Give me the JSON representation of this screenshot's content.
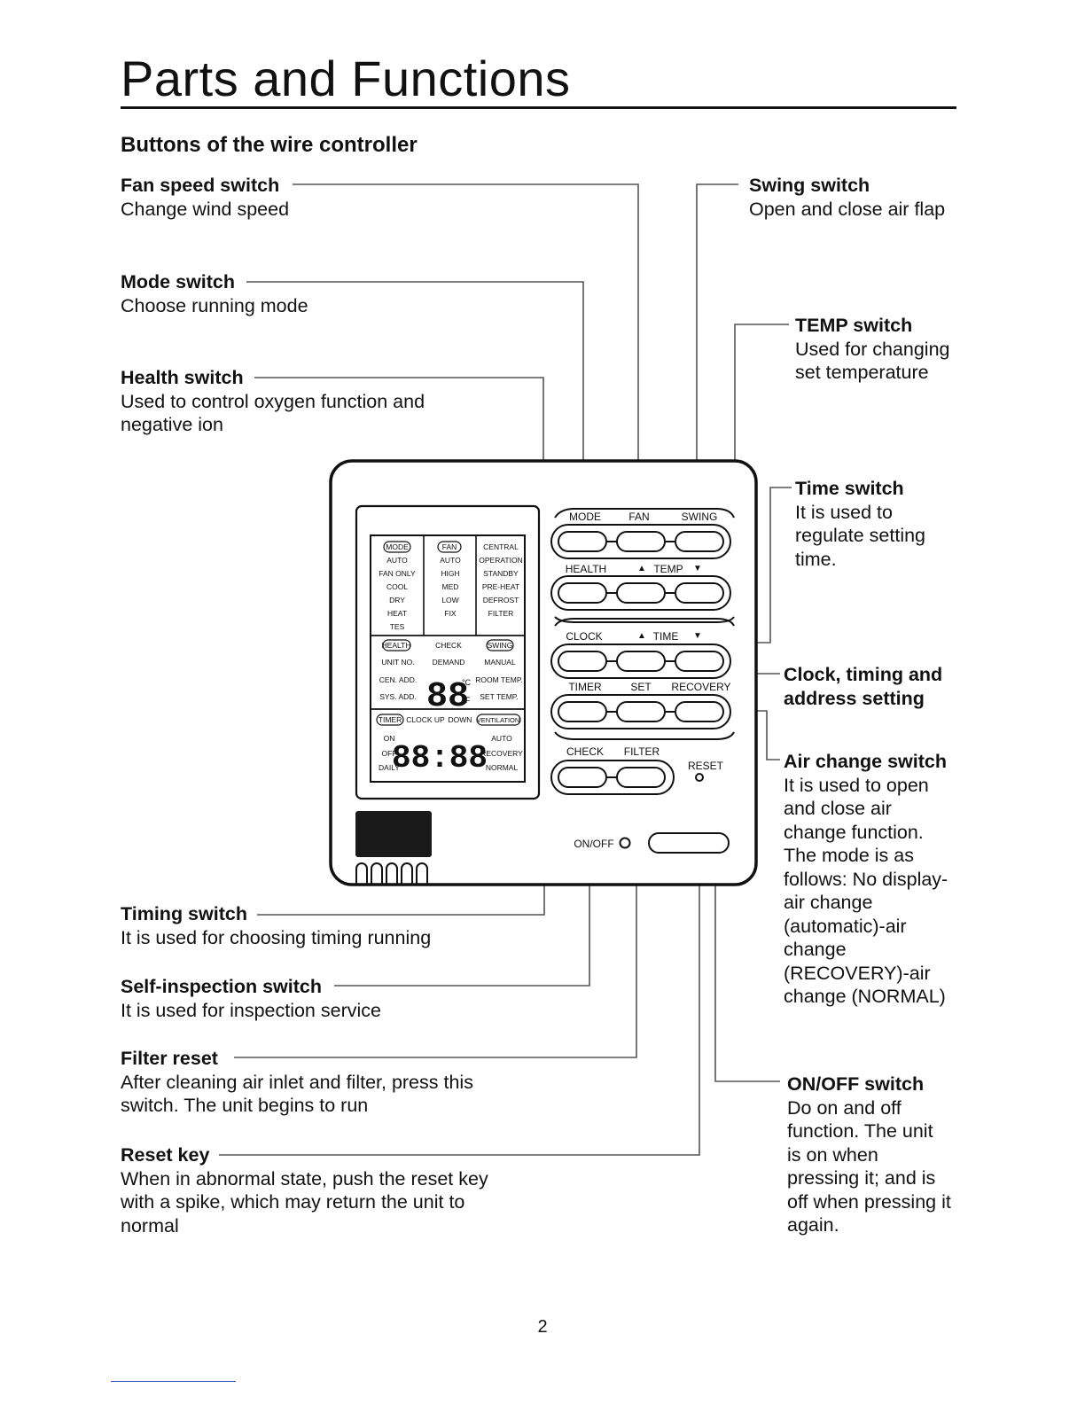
{
  "page": {
    "title": "Parts and Functions",
    "subtitle": "Buttons of the wire controller",
    "page_number": "2"
  },
  "annotations": {
    "fan_speed": {
      "heading": "Fan speed switch",
      "desc": "Change wind speed"
    },
    "mode": {
      "heading": "Mode switch",
      "desc": "Choose running mode"
    },
    "health": {
      "heading": "Health switch",
      "desc": "Used to control oxygen function and negative ion"
    },
    "swing": {
      "heading": "Swing switch",
      "desc": "Open and close air flap"
    },
    "temp": {
      "heading": "TEMP switch",
      "desc": "Used for changing set temperature"
    },
    "time": {
      "heading": "Time switch",
      "desc": "It is used to regulate setting time."
    },
    "clock": {
      "heading": "Clock, timing and address setting"
    },
    "air_change": {
      "heading": "Air change switch",
      "desc": "It is used to open and close air change function. The mode is as follows: No display-air change (automatic)-air change (RECOVERY)-air change (NORMAL)"
    },
    "timing": {
      "heading": "Timing switch",
      "desc": "It is used for choosing timing running"
    },
    "self_inspection": {
      "heading": "Self-inspection switch",
      "desc": "It is used for inspection service"
    },
    "filter_reset": {
      "heading": "Filter reset",
      "desc": "After cleaning air inlet and filter, press this switch. The unit begins to run"
    },
    "reset_key": {
      "heading": "Reset key",
      "desc": "When in abnormal state, push the reset key with a spike, which may return the unit to normal"
    },
    "on_off": {
      "heading": "ON/OFF switch",
      "desc": "Do on and off function. The unit is on when pressing it; and is off when pressing it again."
    }
  },
  "controller": {
    "buttons": {
      "mode": "MODE",
      "fan": "FAN",
      "swing": "SWING",
      "health": "HEALTH",
      "temp": "TEMP",
      "clock": "CLOCK",
      "time": "TIME",
      "timer": "TIMER",
      "set": "SET",
      "recovery": "RECOVERY",
      "check": "CHECK",
      "filter": "FILTER",
      "reset": "RESET",
      "on_off": "ON/OFF",
      "up_arrow": "▲",
      "down_arrow": "▼"
    },
    "lcd": {
      "col1": [
        "MODE",
        "AUTO",
        "FAN ONLY",
        "COOL",
        "DRY",
        "HEAT",
        "TES"
      ],
      "col2": [
        "FAN",
        "AUTO",
        "HIGH",
        "MED",
        "LOW",
        "FIX"
      ],
      "col3": [
        "CENTRAL",
        "OPERATION",
        "STANDBY",
        "PRE-HEAT",
        "DEFROST",
        "FILTER"
      ],
      "mid_top": [
        "HEALTH",
        "CHECK",
        "SWING"
      ],
      "mid_left": [
        "UNIT NO.",
        "CEN. ADD.",
        "SYS. ADD."
      ],
      "mid_center": "DEMAND",
      "mid_right": [
        "MANUAL",
        "ROOM TEMP.",
        "SET TEMP."
      ],
      "temp_digits": "88",
      "unit_c": "°C",
      "unit_f": "°F",
      "bottom_top": [
        "TIMER",
        "CLOCK UP",
        "DOWN",
        "VENTILATION"
      ],
      "bottom_left": [
        "ON",
        "OFF",
        "DAILY"
      ],
      "clock_digits": "88:88",
      "bottom_right": [
        "AUTO",
        "RECOVERY",
        "NORMAL"
      ]
    }
  }
}
